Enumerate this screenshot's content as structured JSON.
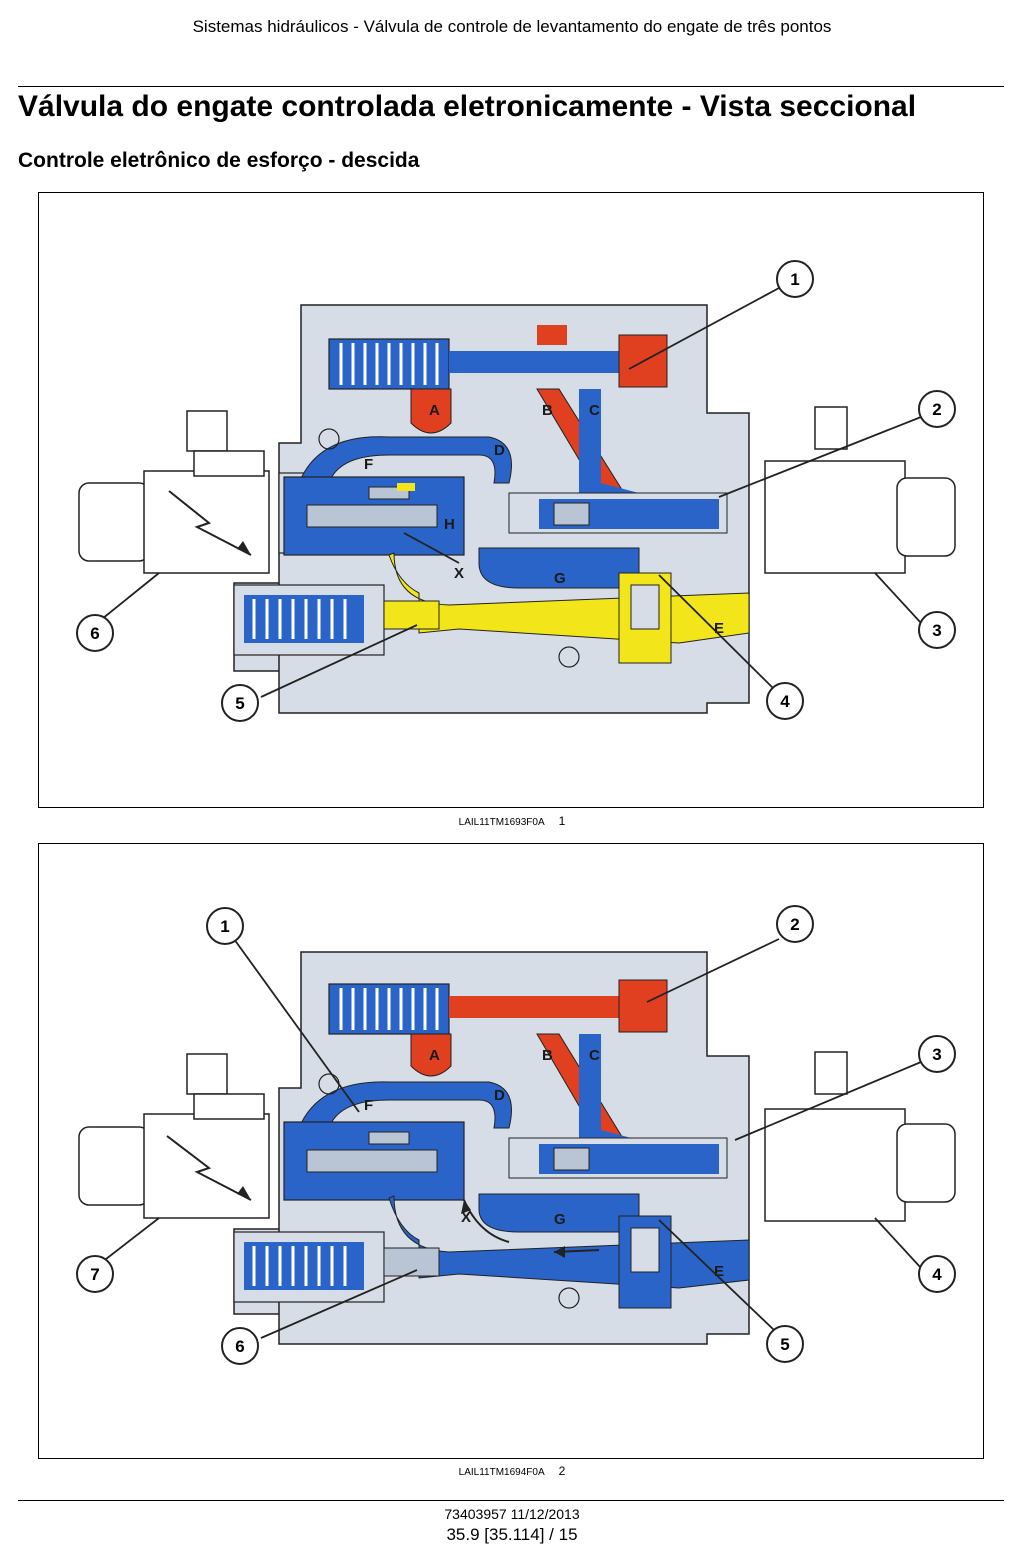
{
  "header": {
    "running_title": "Sistemas hidráulicos - Válvula de controle de levantamento do engate de três pontos"
  },
  "page_title": "Válvula do engate controlada eletronicamente - Vista seccional",
  "section_title": "Controle eletrônico de esforço - descida",
  "figures": [
    {
      "id": 1,
      "image_code": "LAIL11TM1693F0A",
      "number": "1",
      "callouts": [
        "1",
        "2",
        "3",
        "4",
        "5",
        "6"
      ],
      "ports": [
        "A",
        "B",
        "C",
        "D",
        "E",
        "F",
        "G",
        "H",
        "X"
      ]
    },
    {
      "id": 2,
      "image_code": "LAIL11TM1694F0A",
      "number": "2",
      "callouts": [
        "1",
        "2",
        "3",
        "4",
        "5",
        "6",
        "7"
      ],
      "ports": [
        "A",
        "B",
        "C",
        "D",
        "E",
        "F",
        "G",
        "X"
      ]
    }
  ],
  "colors": {
    "body": "#d7dde6",
    "pressure_red": "#e0401f",
    "oil_blue": "#2b64c8",
    "return_yellow": "#f2e61a",
    "outline": "#222222"
  },
  "footer": {
    "doc_id": "73403957 11/12/2013",
    "page_ref": "35.9 [35.114] / 15"
  }
}
